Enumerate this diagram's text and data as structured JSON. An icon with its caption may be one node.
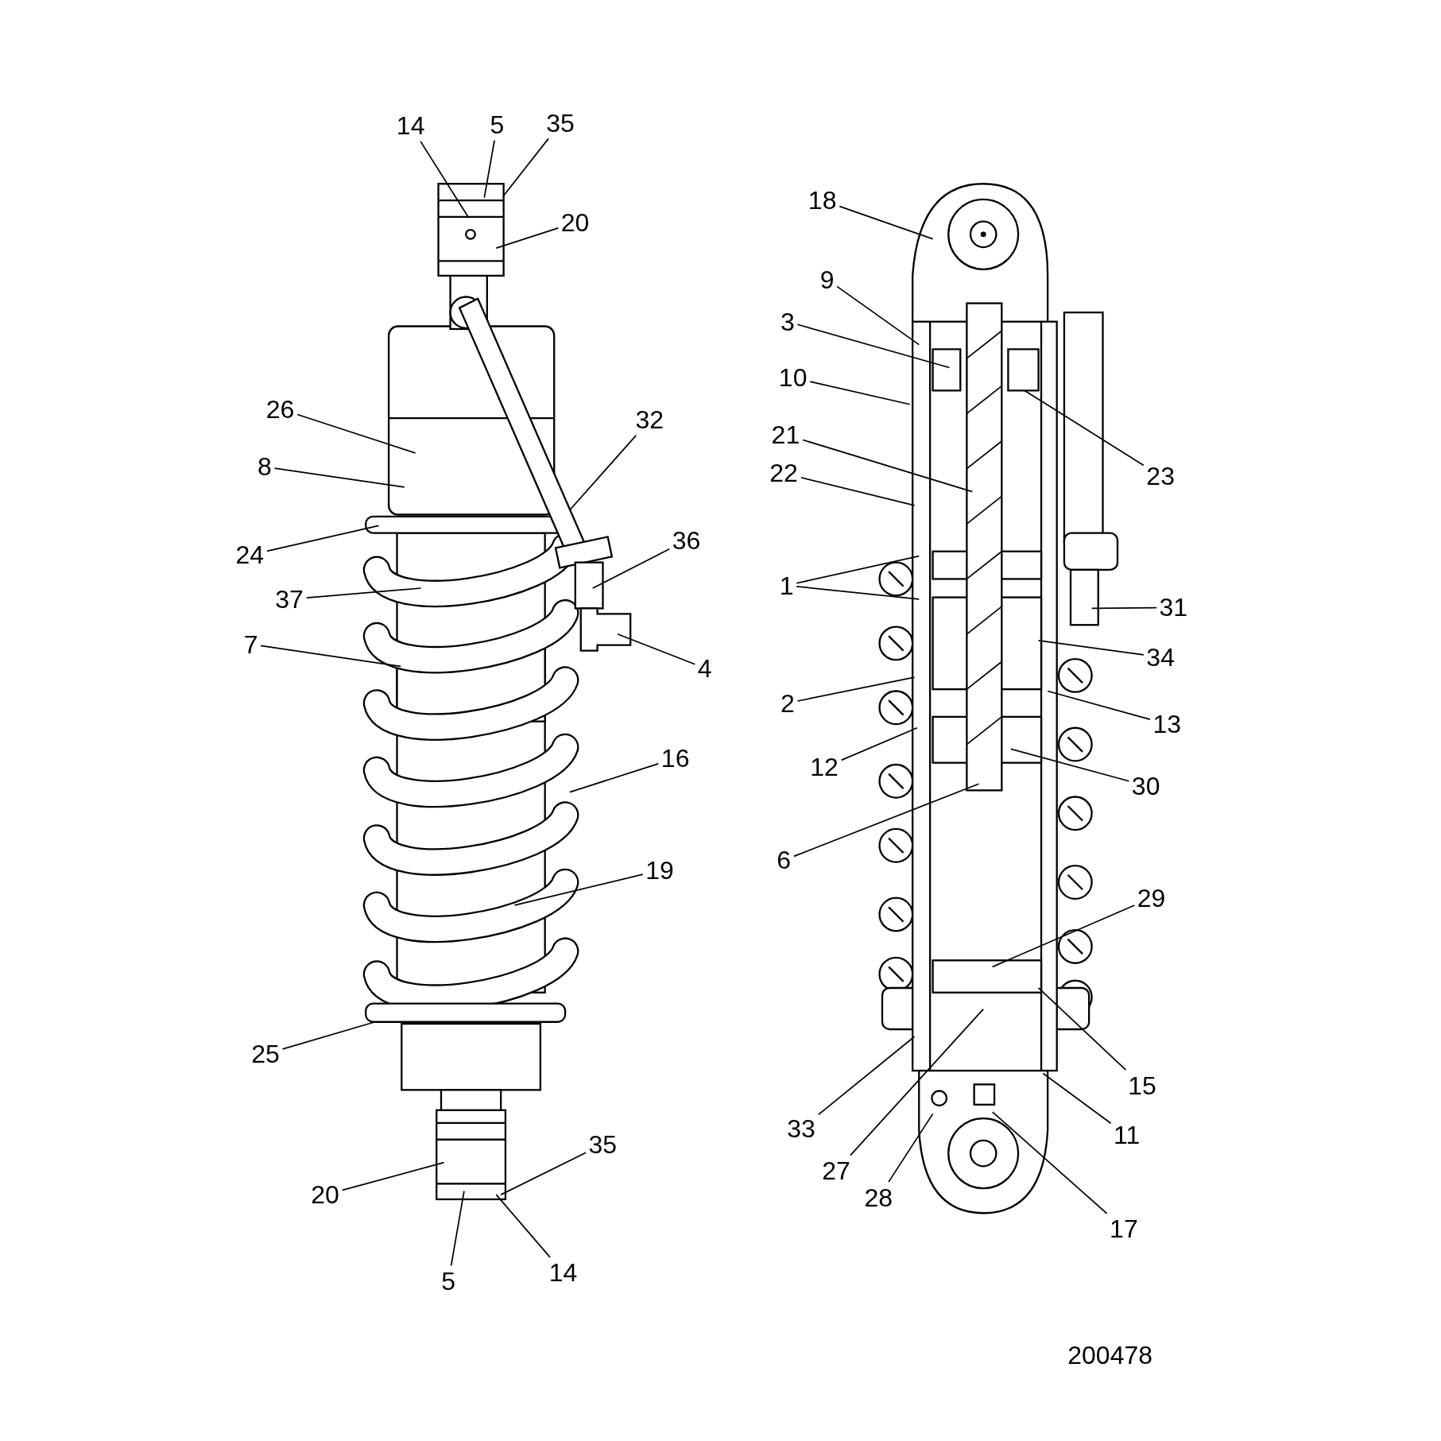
{
  "diagram": {
    "nodes": [
      {
        "text": [
          "14"
        ]
      },
      {
        "text": [
          "5"
        ]
      },
      {
        "text": [
          "35"
        ]
      },
      {
        "text": [
          "18"
        ]
      },
      {
        "text": [
          "20"
        ]
      },
      {
        "text": [
          "9"
        ]
      },
      {
        "text": [
          "3"
        ]
      },
      {
        "text": [
          "10"
        ]
      },
      {
        "text": [
          "26"
        ]
      },
      {
        "text": [
          "32"
        ]
      },
      {
        "text": [
          "21"
        ]
      },
      {
        "text": [
          "8"
        ]
      },
      {
        "text": [
          "22"
        ]
      },
      {
        "text": [
          "23"
        ]
      },
      {
        "text": [
          "36"
        ]
      },
      {
        "text": [
          "24"
        ]
      },
      {
        "text": [
          "1"
        ]
      },
      {
        "text": [
          "37"
        ]
      },
      {
        "text": [
          "31"
        ]
      },
      {
        "text": [
          "7"
        ]
      },
      {
        "text": [
          "34"
        ]
      },
      {
        "text": [
          "4"
        ]
      },
      {
        "text": [
          "2"
        ]
      },
      {
        "text": [
          "13"
        ]
      },
      {
        "text": [
          "16"
        ]
      },
      {
        "text": [
          "12"
        ]
      },
      {
        "text": [
          "30"
        ]
      },
      {
        "text": [
          "6"
        ]
      },
      {
        "text": [
          "19"
        ]
      },
      {
        "text": [
          "29"
        ]
      },
      {
        "text": [
          "25"
        ]
      },
      {
        "text": [
          "15"
        ]
      },
      {
        "text": [
          "33"
        ]
      },
      {
        "text": [
          "11"
        ]
      },
      {
        "text": [
          "35"
        ]
      },
      {
        "text": [
          "27"
        ]
      },
      {
        "text": [
          "20"
        ]
      },
      {
        "text": [
          "28"
        ]
      },
      {
        "text": [
          "17"
        ]
      },
      {
        "text": [
          "14"
        ]
      },
      {
        "text": [
          "5"
        ]
      }
    ],
    "edges": [
      {
        "from": 0,
        "to": null,
        "arrow": "none"
      },
      {
        "from": 1,
        "to": null,
        "arrow": "none"
      },
      {
        "from": 2,
        "to": null,
        "arrow": "none"
      },
      {
        "from": 3,
        "to": null,
        "arrow": "none"
      },
      {
        "from": 4,
        "to": null,
        "arrow": "none"
      },
      {
        "from": 5,
        "to": null,
        "arrow": "none"
      },
      {
        "from": 6,
        "to": null,
        "arrow": "none"
      },
      {
        "from": 7,
        "to": null,
        "arrow": "none"
      },
      {
        "from": 8,
        "to": null,
        "arrow": "none"
      },
      {
        "from": 9,
        "to": null,
        "arrow": "none"
      },
      {
        "from": 10,
        "to": null,
        "arrow": "none"
      },
      {
        "from": 11,
        "to": null,
        "arrow": "none"
      },
      {
        "from": 12,
        "to": null,
        "arrow": "none"
      },
      {
        "from": 13,
        "to": null,
        "arrow": "none"
      },
      {
        "from": 14,
        "to": null,
        "arrow": "none"
      },
      {
        "from": 15,
        "to": null,
        "arrow": "none"
      },
      {
        "from": 16,
        "to": null,
        "arrow": "none"
      },
      {
        "from": 16,
        "to": null,
        "arrow": "none"
      },
      {
        "from": 17,
        "to": null,
        "arrow": "none"
      },
      {
        "from": 18,
        "to": null,
        "arrow": "none"
      },
      {
        "from": 19,
        "to": null,
        "arrow": "none"
      },
      {
        "from": 20,
        "to": null,
        "arrow": "none"
      },
      {
        "from": 21,
        "to": null,
        "arrow": "none"
      },
      {
        "from": 22,
        "to": null,
        "arrow": "none"
      },
      {
        "from": 23,
        "to": null,
        "arrow": "none"
      },
      {
        "from": 24,
        "to": null,
        "arrow": "none"
      },
      {
        "from": 25,
        "to": null,
        "arrow": "none"
      },
      {
        "from": 26,
        "to": null,
        "arrow": "none"
      },
      {
        "from": 27,
        "to": null,
        "arrow": "none"
      },
      {
        "from": 28,
        "to": null,
        "arrow": "none"
      },
      {
        "from": 29,
        "to": null,
        "arrow": "none"
      },
      {
        "from": 30,
        "to": null,
        "arrow": "none"
      },
      {
        "from": 31,
        "to": null,
        "arrow": "none"
      },
      {
        "from": 32,
        "to": null,
        "arrow": "none"
      },
      {
        "from": 33,
        "to": null,
        "arrow": "none"
      },
      {
        "from": 34,
        "to": null,
        "arrow": "none"
      },
      {
        "from": 35,
        "to": null,
        "arrow": "none"
      },
      {
        "from": 36,
        "to": null,
        "arrow": "none"
      },
      {
        "from": 37,
        "to": null,
        "arrow": "none"
      },
      {
        "from": 38,
        "to": null,
        "arrow": "none"
      },
      {
        "from": 39,
        "to": null,
        "arrow": "none"
      },
      {
        "from": 40,
        "to": null,
        "arrow": "none"
      }
    ],
    "labels": [
      "200478"
    ]
  }
}
